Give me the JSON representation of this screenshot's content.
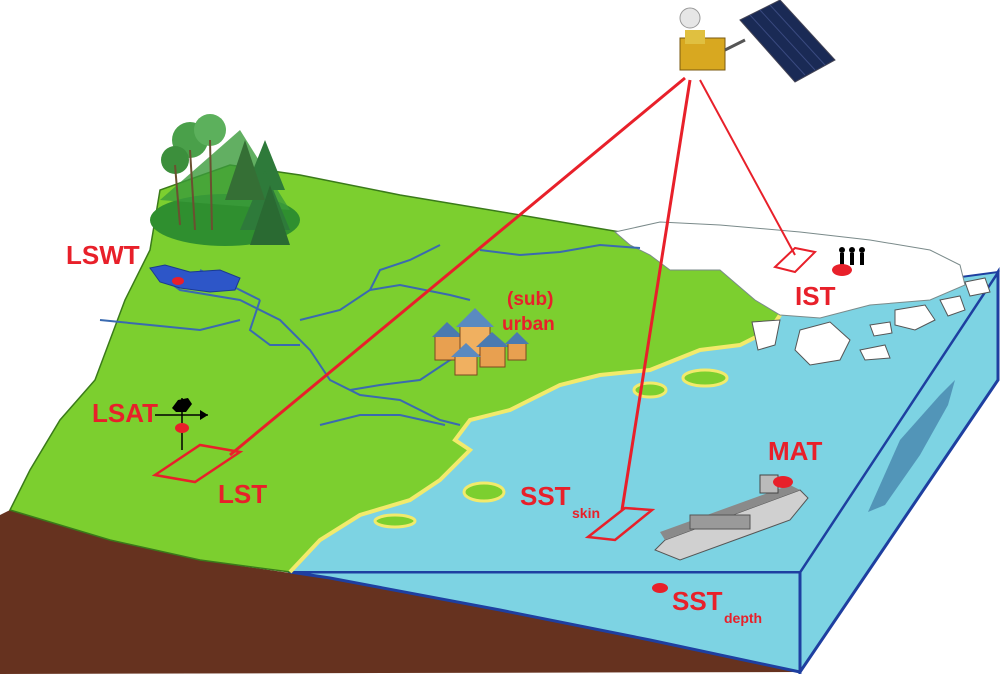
{
  "labels": {
    "lswt": "LSWT",
    "lsat": "LSAT",
    "lst": "LST",
    "sub": "(sub)",
    "urban": "urban",
    "ist": "IST",
    "mat": "MAT",
    "sst_skin_main": "SST",
    "sst_skin_sub": "skin",
    "sst_depth_main": "SST",
    "sst_depth_sub": "depth"
  },
  "colors": {
    "land": "#7ccf2f",
    "land_edge": "#3a7a1a",
    "ocean": "#7dd3e3",
    "ocean_edge": "#1e3fa0",
    "soil": "#66321f",
    "ice": "#ffffff",
    "river": "#3a6ab0",
    "lake": "#2d56c8",
    "coast": "#f2ea6c",
    "label": "#e8202a"
  },
  "icons": [
    "satellite-icon",
    "forest-icon",
    "town-icon",
    "weathervane-icon",
    "ship-icon",
    "people-icon",
    "fish-icon"
  ]
}
